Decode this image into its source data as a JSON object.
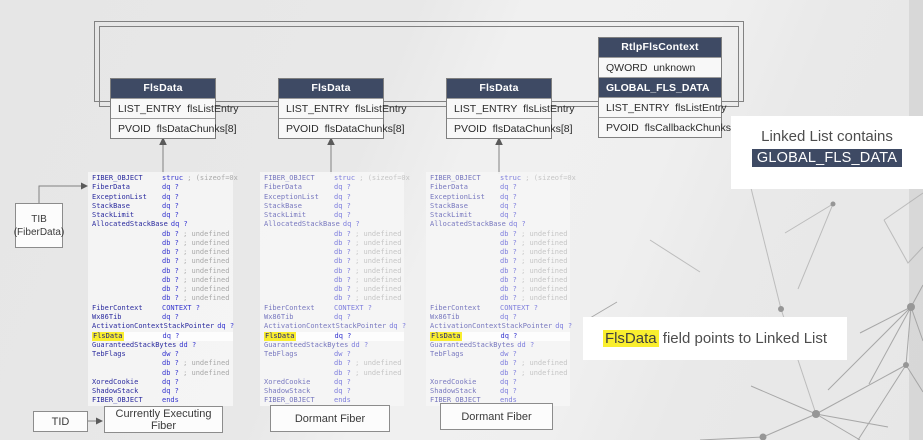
{
  "page": {
    "accent_navy": "#3e4a64",
    "highlight_yellow": "#f9ee2e",
    "background_gray": "#e9e9e9"
  },
  "linked_list": {
    "fls_boxes": [
      {
        "title": "FlsData",
        "rows": [
          "LIST_ENTRY flsListEntry",
          "PVOID flsDataChunks[8]"
        ]
      },
      {
        "title": "FlsData",
        "rows": [
          "LIST_ENTRY flsListEntry",
          "PVOID flsDataChunks[8]"
        ]
      },
      {
        "title": "FlsData",
        "rows": [
          "LIST_ENTRY flsListEntry",
          "PVOID flsDataChunks[8]"
        ]
      }
    ],
    "context_box": {
      "title": "RtlpFlsContext",
      "row_unknown": "QWORD unknown",
      "row_global": "GLOBAL_FLS_DATA",
      "row_listentry": "LIST_ENTRY flsListEntry",
      "row_chunks": "PVOID flsCallbackChunks[8]"
    }
  },
  "fiber_struct": {
    "lines": [
      {
        "name": "FIBER_OBJECT",
        "kw": "struc",
        "comment": "; (sizeof=0x"
      },
      {
        "name": "FiberData",
        "kw": "dq ?"
      },
      {
        "name": "ExceptionList",
        "kw": "dq ?"
      },
      {
        "name": "StackBase",
        "kw": "dq ?"
      },
      {
        "name": "StackLimit",
        "kw": "dq ?"
      },
      {
        "name": "AllocatedStackBase",
        "kw": "dq ?"
      },
      {
        "name": "",
        "kw": "db ?",
        "comment": "; undefined"
      },
      {
        "name": "",
        "kw": "db ?",
        "comment": "; undefined"
      },
      {
        "name": "",
        "kw": "db ?",
        "comment": "; undefined"
      },
      {
        "name": "",
        "kw": "db ?",
        "comment": "; undefined"
      },
      {
        "name": "",
        "kw": "db ?",
        "comment": "; undefined"
      },
      {
        "name": "",
        "kw": "db ?",
        "comment": "; undefined"
      },
      {
        "name": "",
        "kw": "db ?",
        "comment": "; undefined"
      },
      {
        "name": "",
        "kw": "db ?",
        "comment": "; undefined"
      },
      {
        "name": "FiberContext",
        "kw": "CONTEXT ?"
      },
      {
        "name": "Wx86Tib",
        "kw": "dq ?"
      },
      {
        "name": "ActivationContextStackPointer",
        "kw": "dq ?"
      },
      {
        "name": "FlsData",
        "kw": "dq ?",
        "hl": true
      },
      {
        "name": "GuaranteedStackBytes",
        "kw": "dd ?"
      },
      {
        "name": "TebFlags",
        "kw": "dw ?"
      },
      {
        "name": "",
        "kw": "db ?",
        "comment": "; undefined"
      },
      {
        "name": "",
        "kw": "db ?",
        "comment": "; undefined"
      },
      {
        "name": "XoredCookie",
        "kw": "dq ?"
      },
      {
        "name": "ShadowStack",
        "kw": "dq ?"
      },
      {
        "name": "FIBER_OBJECT",
        "kw": "ends"
      }
    ]
  },
  "columns": [
    {
      "label": "Currently Executing Fiber"
    },
    {
      "label": "Dormant Fiber"
    },
    {
      "label": "Dormant Fiber"
    }
  ],
  "side_labels": {
    "tib_line1": "TIB",
    "tib_line2": "(FiberData)",
    "tid": "TID"
  },
  "annotations": {
    "note1_text": "Linked List contains",
    "note1_chip": "GLOBAL_FLS_DATA",
    "note2_hl": "FlsData",
    "note2_rest": " field points to Linked List"
  }
}
